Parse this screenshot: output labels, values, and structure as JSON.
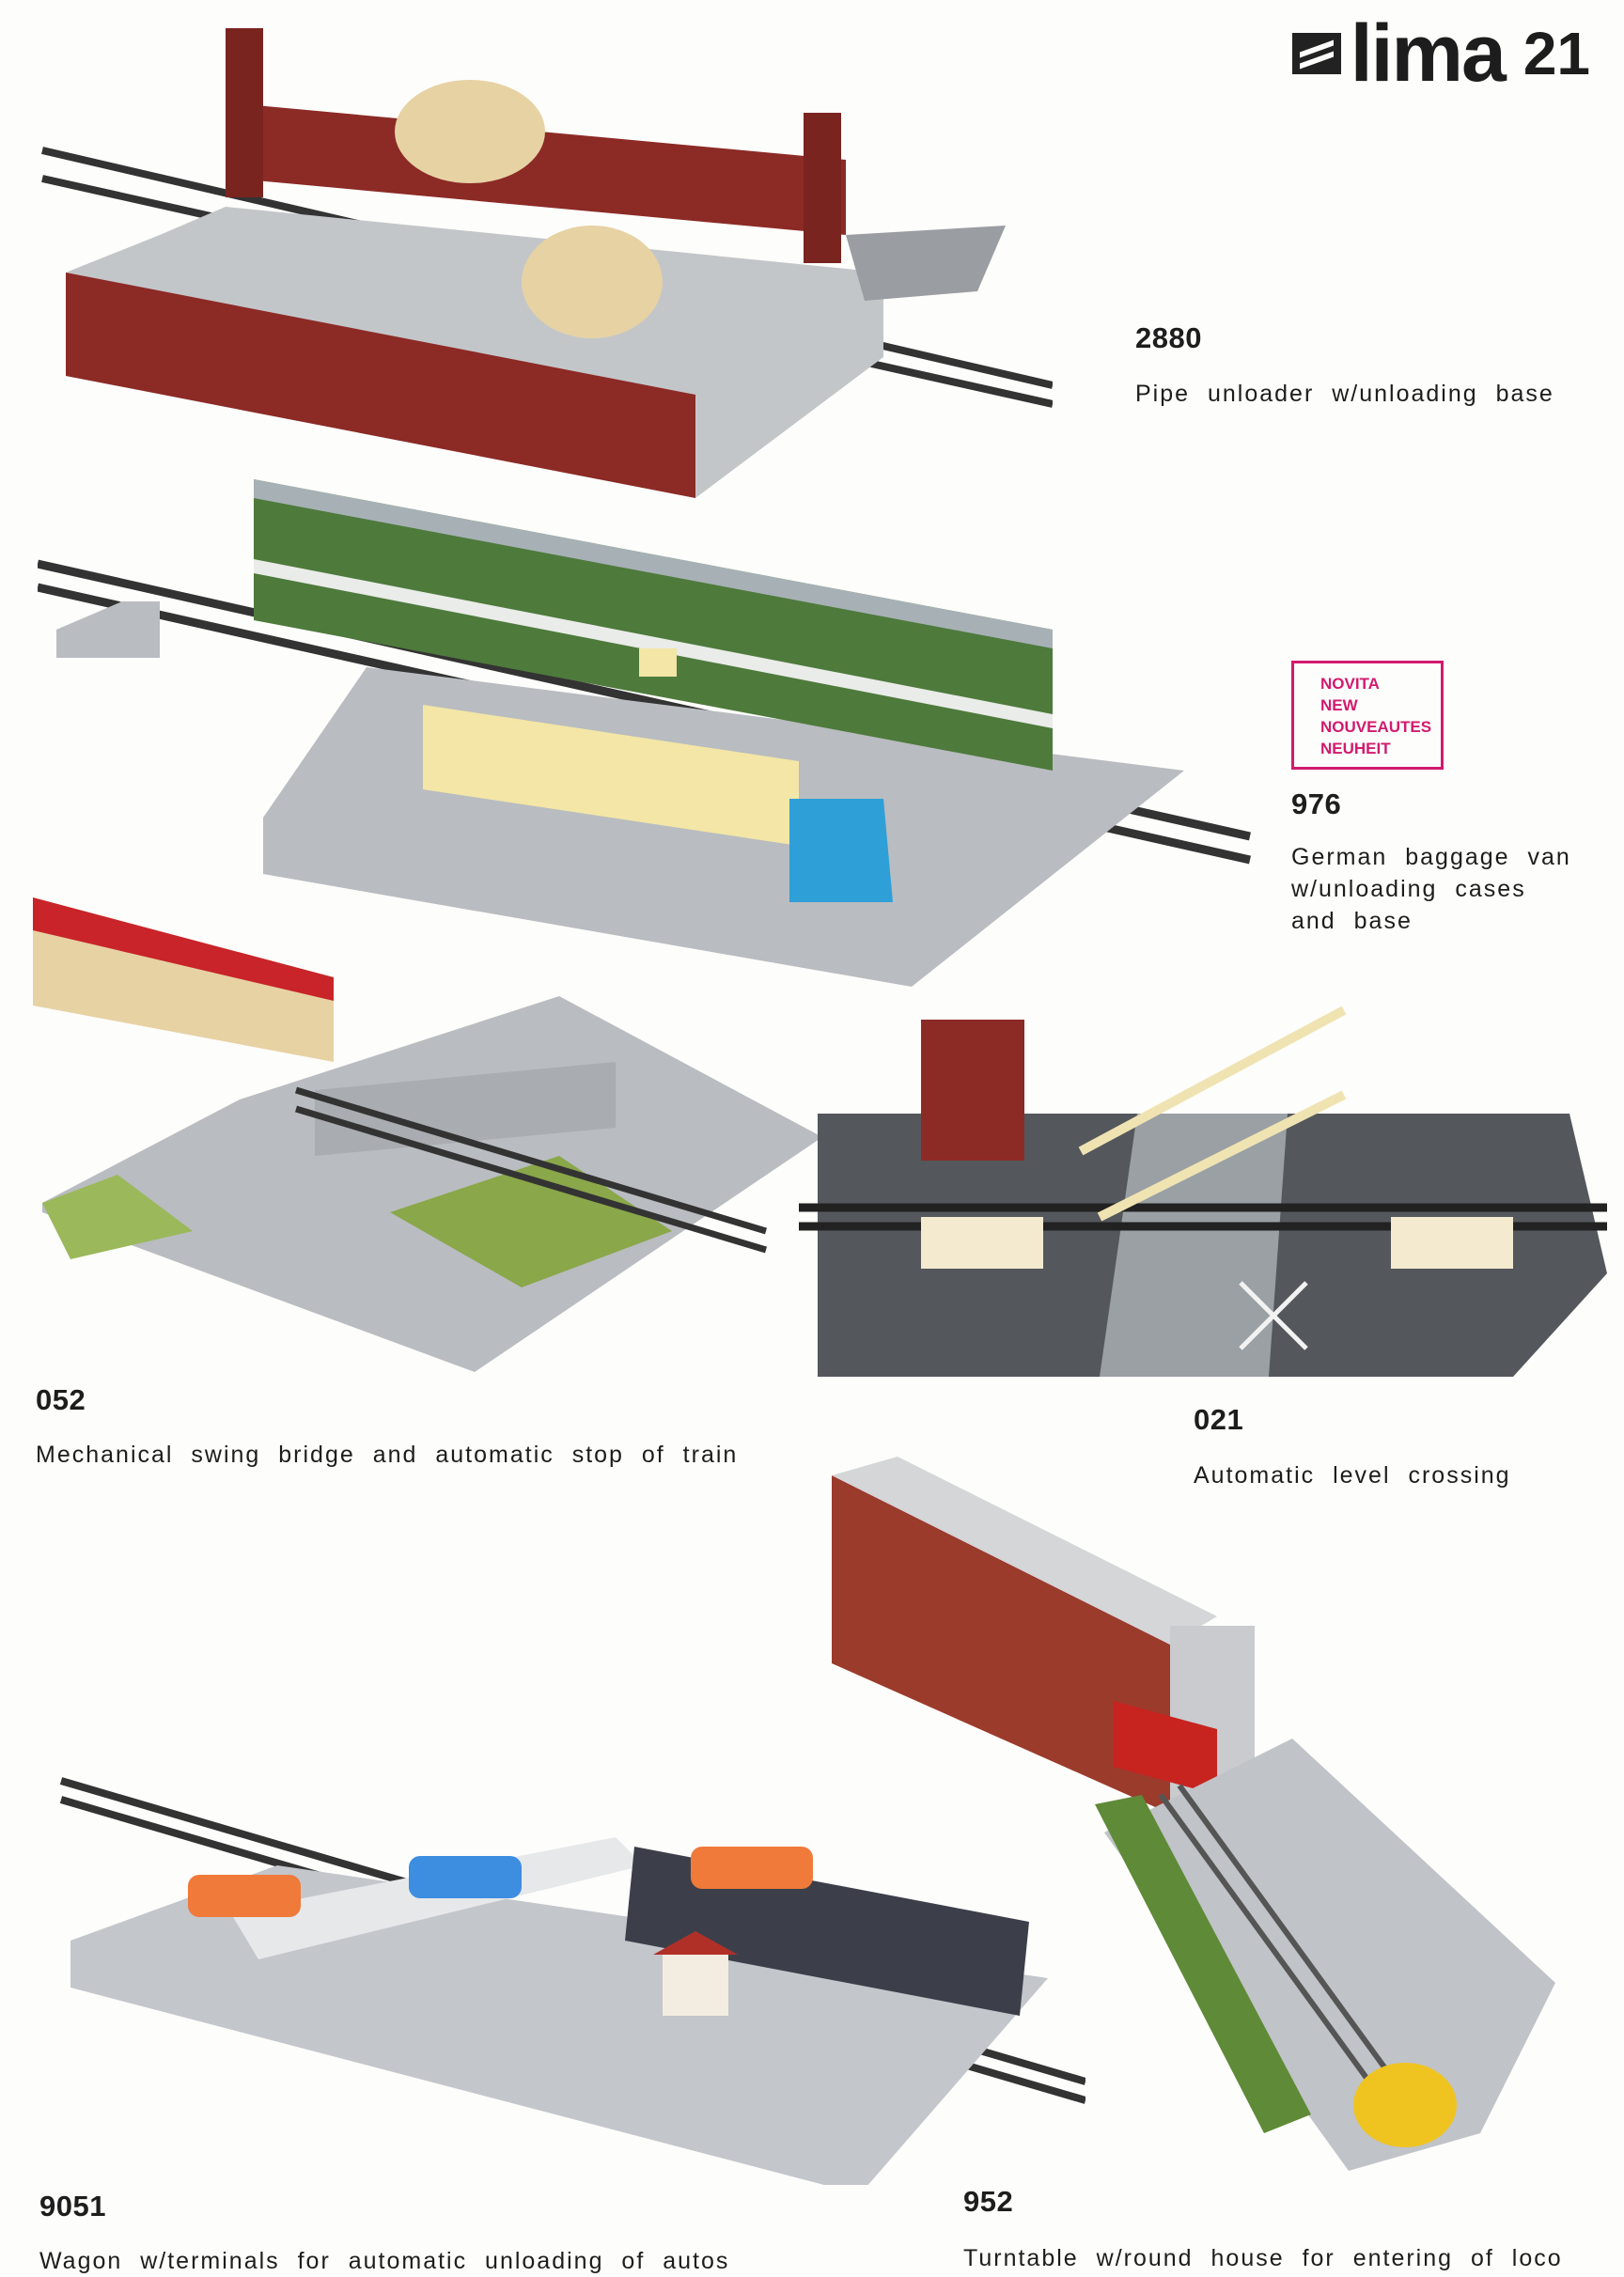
{
  "header": {
    "brand": "lima",
    "page_number": "21"
  },
  "badge": {
    "lines": [
      "NOVITA",
      "NEW",
      "NOUVEAUTES",
      "NEUHEIT"
    ]
  },
  "products": [
    {
      "code": "2880",
      "description": "Pipe unloader w/unloading base"
    },
    {
      "code": "976",
      "description_lines": [
        "German baggage van",
        "w/unloading cases",
        "and base"
      ]
    },
    {
      "code": "052",
      "description": "Mechanical swing bridge and automatic stop of train"
    },
    {
      "code": "021",
      "description": "Automatic level crossing"
    },
    {
      "code": "9051",
      "description": "Wagon w/terminals for automatic unloading of autos"
    },
    {
      "code": "952",
      "description": "Turntable w/round house for entering of loco"
    }
  ],
  "colors": {
    "badge": "#d21a6e",
    "wagon_red": "#8c2a26",
    "coach_green": "#4e7a3c",
    "base_grey": "#b9bcc0",
    "truck_blue": "#2f9fd8",
    "loco_cream": "#e7d2a4"
  }
}
